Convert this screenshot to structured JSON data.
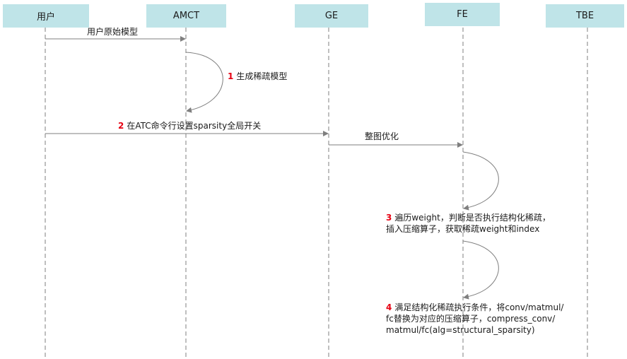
{
  "participants": [
    {
      "id": "user",
      "label": "用户"
    },
    {
      "id": "amct",
      "label": "AMCT"
    },
    {
      "id": "ge",
      "label": "GE"
    },
    {
      "id": "fe",
      "label": "FE"
    },
    {
      "id": "tbe",
      "label": "TBE"
    }
  ],
  "messages": {
    "m1": {
      "text": "用户原始模型"
    },
    "m2": {
      "number": "1",
      "text": "生成稀疏模型"
    },
    "m3": {
      "number": "2",
      "text": "在ATC命令行设置sparsity全局开关"
    },
    "m4": {
      "text": "整图优化"
    },
    "m5": {
      "number": "3",
      "lines": [
        "遍历weight，判断是否执行结构化稀疏，",
        "插入压缩算子，获取稀疏weight和index"
      ]
    },
    "m6": {
      "number": "4",
      "lines": [
        "满足结构化稀疏执行条件，将conv/matmul/",
        "fc替换为对应的压缩算子，compress_conv/",
        "matmul/fc(alg=structural_sparsity)"
      ]
    }
  },
  "colors": {
    "participant_fill": "#bfe4e8",
    "line": "#7f7f7f",
    "number": "#e60012"
  }
}
